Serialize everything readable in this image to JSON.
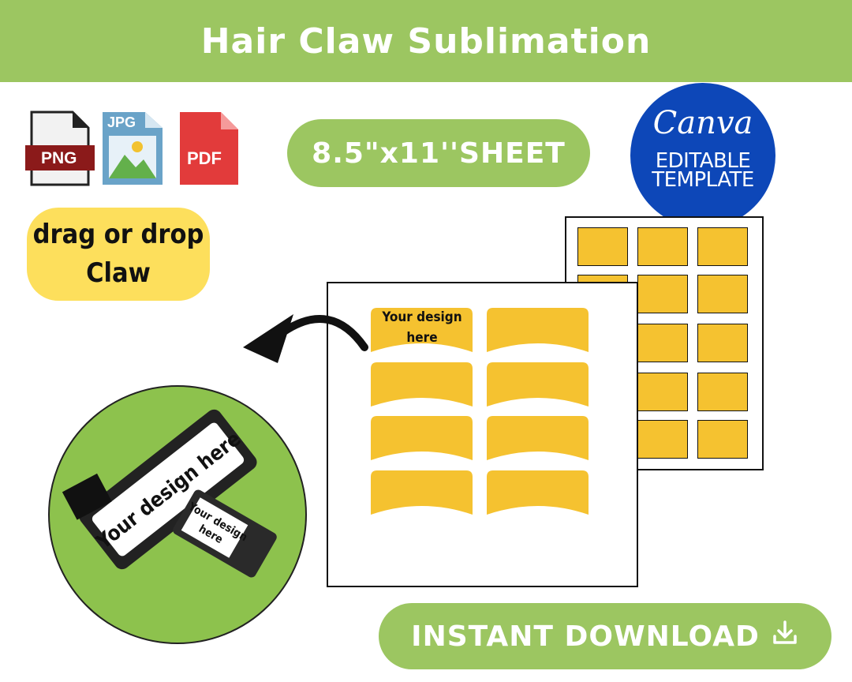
{
  "header": {
    "title": "Hair Claw Sublimation",
    "background": "#9cc661"
  },
  "file_formats": [
    {
      "name": "png-file-icon",
      "label": "PNG",
      "color": "#8b1a1a"
    },
    {
      "name": "jpg-file-icon",
      "label": "JPG",
      "color": "#6aa3c8"
    },
    {
      "name": "pdf-file-icon",
      "label": "PDF",
      "color": "#e23b3b"
    }
  ],
  "sheet_pill": {
    "label": "8.5\"x11''SHEET"
  },
  "drag_pill": {
    "line1": "drag or drop",
    "line2": "Claw"
  },
  "canva_badge": {
    "logo": "Canva",
    "line1": "EDITABLE",
    "line2": "TEMPLATE",
    "color": "#0d47b8"
  },
  "template": {
    "design_label_line1": "Your design",
    "design_label_line2": "here",
    "shape_color": "#f5c230"
  },
  "mockup": {
    "large_claw_text": "Your design here",
    "small_claw_line1": "Your design",
    "small_claw_line2": "here"
  },
  "footer": {
    "download_label": "INSTANT DOWNLOAD",
    "icon": "download-icon"
  }
}
